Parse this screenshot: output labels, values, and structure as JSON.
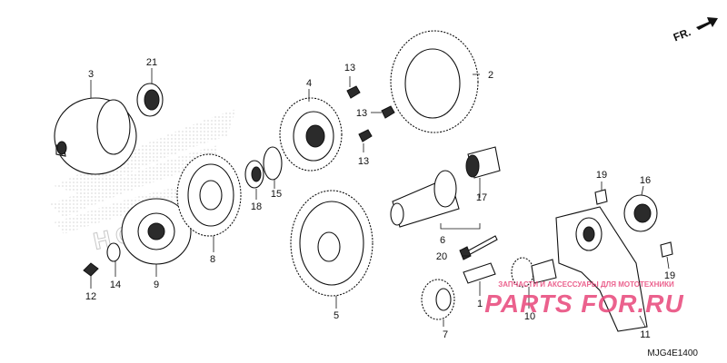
{
  "diagram": {
    "direction_label": "FR.",
    "diagram_code": "MJG4E1400",
    "watermark_small": "ЗАПЧАСТИ И АКСЕССУАРЫ ДЛЯ МОТОТЕХНИКИ",
    "watermark_big": "PARTS FOR.RU",
    "background_brand": "HONDA",
    "colors": {
      "ink": "#111111",
      "watermark_pink": "#e8467a",
      "brand_hatch": "#bdbdbd"
    },
    "callouts": [
      "1",
      "2",
      "3",
      "4",
      "5",
      "6",
      "7",
      "8",
      "9",
      "10",
      "11",
      "12",
      "13",
      "13",
      "13",
      "14",
      "15",
      "16",
      "17",
      "18",
      "19",
      "19",
      "20",
      "21"
    ]
  }
}
